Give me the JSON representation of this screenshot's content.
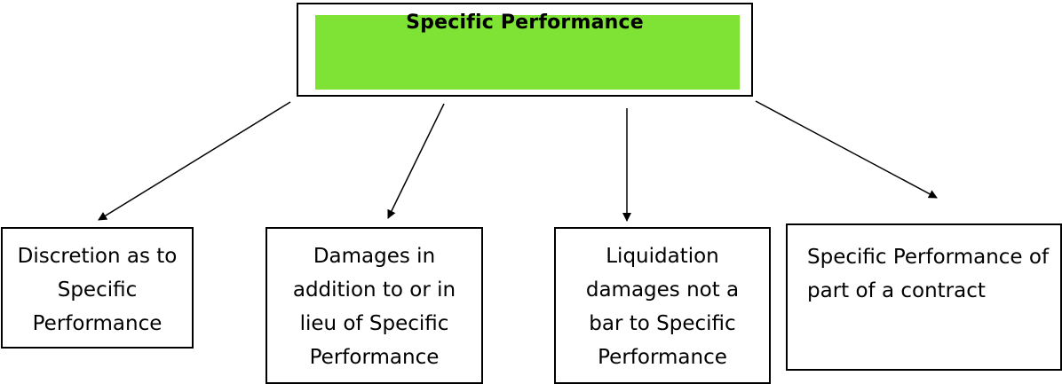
{
  "root": {
    "title": "Specific Performance"
  },
  "children": [
    {
      "label": "Discretion as to Specific Performance"
    },
    {
      "label": "Damages in addition to or in lieu of Specific Performance"
    },
    {
      "label": "Liquidation damages not a bar to Specific Performance"
    },
    {
      "label": "Specific Performance of part of a contract"
    }
  ],
  "colors": {
    "root_fill": "#7fe336",
    "border": "#000000"
  }
}
